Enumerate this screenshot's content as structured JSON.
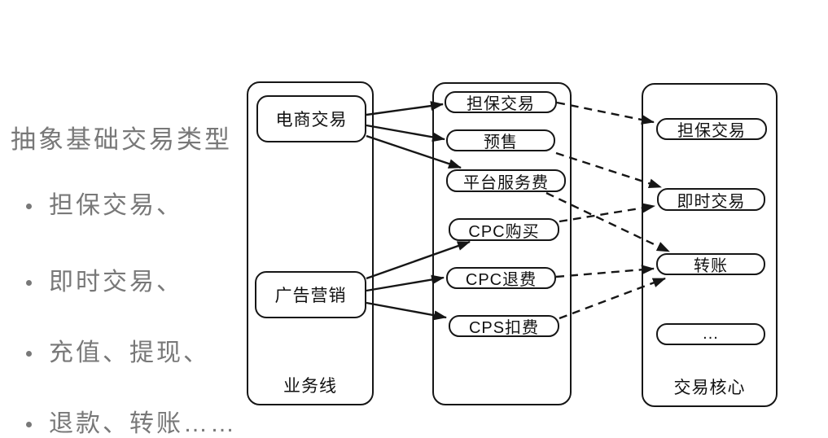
{
  "left_panel": {
    "title": "抽象基础交易类型",
    "bullets": [
      "担保交易、",
      "即时交易、",
      "充值、提现、",
      "退款、转账……"
    ]
  },
  "diagram": {
    "containers": {
      "business_lines_label": "业务线",
      "trade_core_label": "交易核心"
    },
    "nodes": {
      "ecommerce": "电商交易",
      "ad_marketing": "广告营销",
      "escrow_mid": "担保交易",
      "presale": "预售",
      "platform_fee": "平台服务费",
      "cpc_purchase": "CPC购买",
      "cpc_refund": "CPC退费",
      "cps_deduction": "CPS扣费",
      "escrow_core": "担保交易",
      "instant_core": "即时交易",
      "transfer_core": "转账",
      "more_core": "..."
    },
    "edges": [
      {
        "from": "电商交易",
        "to": "担保交易",
        "style": "solid"
      },
      {
        "from": "电商交易",
        "to": "预售",
        "style": "solid"
      },
      {
        "from": "电商交易",
        "to": "平台服务费",
        "style": "solid"
      },
      {
        "from": "广告营销",
        "to": "CPC购买",
        "style": "solid"
      },
      {
        "from": "广告营销",
        "to": "CPC退费",
        "style": "solid"
      },
      {
        "from": "广告营销",
        "to": "CPS扣费",
        "style": "solid"
      },
      {
        "from": "担保交易",
        "to": "担保交易(交易核心)",
        "style": "dashed"
      },
      {
        "from": "预售",
        "to": "即时交易",
        "style": "dashed"
      },
      {
        "from": "平台服务费",
        "to": "转账",
        "style": "dashed"
      },
      {
        "from": "CPC购买",
        "to": "即时交易",
        "style": "dashed"
      },
      {
        "from": "CPC退费",
        "to": "转账",
        "style": "dashed"
      },
      {
        "from": "CPS扣费",
        "to": "转账",
        "style": "dashed"
      }
    ],
    "colors": {
      "line": "#161616",
      "left_text": "#787878",
      "background": "#ffffff"
    }
  }
}
